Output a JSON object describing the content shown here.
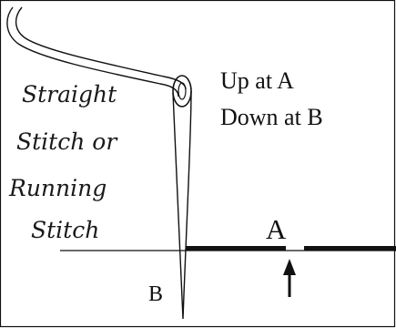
{
  "title_script": {
    "line1": "Straight",
    "line2": "Stitch or",
    "line3": "Running",
    "line4": "Stitch"
  },
  "instructions": {
    "line1": "Up at A",
    "line2": "Down at B"
  },
  "labels": {
    "a": "A",
    "b": "B"
  },
  "colors": {
    "ink": "#111111",
    "background": "#ffffff"
  }
}
